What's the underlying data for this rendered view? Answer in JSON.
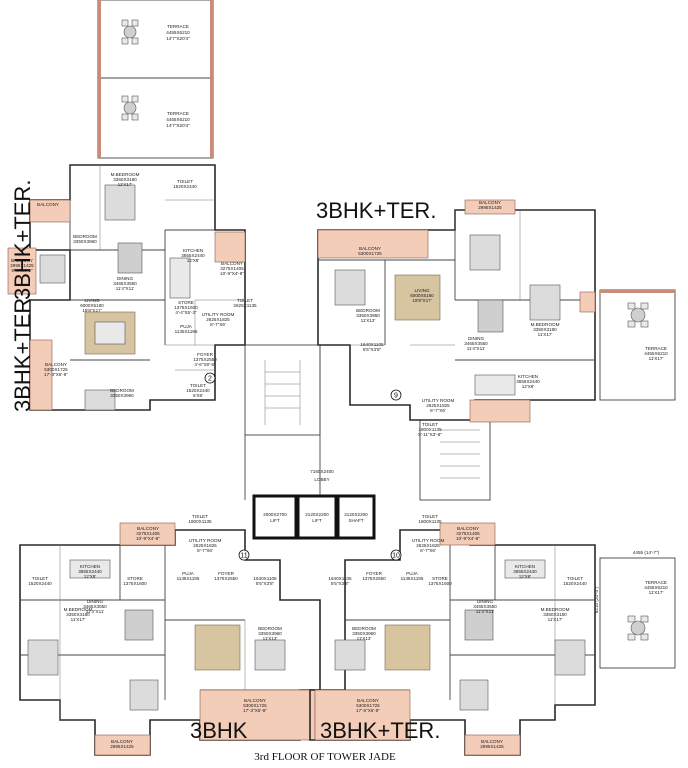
{
  "headings": {
    "top_right": "3BHK+TER.",
    "left_vertical_top": "3BHK+TER.",
    "left_vertical_bottom": "3BHK+TER.",
    "bottom_left": "3BHK",
    "bottom_right": "3BHK+TER.",
    "caption": "3rd FLOOR OF TOWER JADE"
  },
  "rooms": [
    {
      "name": "TERRACE",
      "dims": "4455X6210",
      "imperial": "14'7\"X20'4\""
    },
    {
      "name": "TERRACE",
      "dims": "4455X6210",
      "imperial": "14'7\"X20'4\""
    },
    {
      "name": "M.BEDROOM",
      "dims": "3350X3180",
      "imperial": "11'X17'"
    },
    {
      "name": "TOILET",
      "dims": "1520X2440",
      "imperial": ""
    },
    {
      "name": "BALCONY",
      "dims": "",
      "imperial": ""
    },
    {
      "name": "BEDROOM",
      "dims": "3350X3960",
      "imperial": "11'X13'"
    },
    {
      "name": "BALCONY",
      "dims": "2995X1425",
      "imperial": "9'-4\"X4'-8\""
    },
    {
      "name": "KITCHEN",
      "dims": "3655X2440",
      "imperial": "12'X8'"
    },
    {
      "name": "BALCONY",
      "dims": "3275X1405",
      "imperial": "10'-9\"X4'-8\""
    },
    {
      "name": "DINING",
      "dims": "3465X3550",
      "imperial": "11'4\"X11'"
    },
    {
      "name": "STORE",
      "dims": "1375X1600",
      "imperial": "4'-4\"X5'-3\""
    },
    {
      "name": "UTILITY ROOM",
      "dims": "2625X1825",
      "imperial": "8'-7\"X6'"
    },
    {
      "name": "TOILET",
      "dims": "2625X1135",
      "imperial": "8'-7\"X3'-8\""
    },
    {
      "name": "PUJA",
      "dims": "1135X1195",
      "imperial": "3'-9\"X5'"
    },
    {
      "name": "LIVING",
      "dims": "6000X5180",
      "imperial": "19'8\"X17'"
    },
    {
      "name": "BALCONY",
      "dims": "5300X1725",
      "imperial": "17'-3\"X5'-8\""
    },
    {
      "name": "FOYER",
      "dims": "1375X2550",
      "imperial": "4'-6\"X8'-5\""
    },
    {
      "name": "BEDROOM",
      "dims": "3350X3960",
      "imperial": "11'X13'"
    },
    {
      "name": "TOILET",
      "dims": "1520X2440",
      "imperial": "5'X8'"
    },
    {
      "name": "BALCONY",
      "dims": "2995X1425",
      "imperial": "9'-4\"X4'-8\""
    },
    {
      "name": "TOILET",
      "dims": "1640X1105",
      "imperial": "5'5\"X3'8\""
    },
    {
      "name": "BEDROOM",
      "dims": "3350X3960",
      "imperial": "11'X13'"
    },
    {
      "name": "LIVING",
      "dims": "6000X5180",
      "imperial": "19'8\"X17'"
    },
    {
      "name": "BALCONY",
      "dims": "5300X1725",
      "imperial": "17'-5\"X5'-8\""
    },
    {
      "name": "M.BEDROOM",
      "dims": "3350X3180",
      "imperial": "11'X17'"
    },
    {
      "name": "DINING",
      "dims": "3465X3550",
      "imperial": "11'4\"X11'"
    },
    {
      "name": "KITCHEN",
      "dims": "3655X2440",
      "imperial": "12'X8'"
    },
    {
      "name": "TERRACE",
      "dims": "4455X6210",
      "imperial": "11'X17'"
    },
    {
      "name": "UTILITY ROOM",
      "dims": "2625X1825",
      "imperial": "8'-7\"X6'"
    },
    {
      "name": "TOILET",
      "dims": "1800X1135",
      "imperial": "5'-11\"X3'-8\""
    },
    {
      "name": "LOBBY",
      "dims": "7160X2400",
      "imperial": ""
    },
    {
      "name": "LIFT",
      "dims": "2000X2700",
      "imperial": ""
    },
    {
      "name": "LIFT",
      "dims": "2120X2200",
      "imperial": ""
    },
    {
      "name": "SHAFT",
      "dims": "2120X2200",
      "imperial": ""
    },
    {
      "name": "TERRACE",
      "dims": "4455X6210",
      "imperial": "11'X17'"
    },
    {
      "name": "KITCHEN",
      "dims": "3655X2440",
      "imperial": "12'X8'"
    },
    {
      "name": "DINING",
      "dims": "3465X3550",
      "imperial": "11'4\"X11'"
    },
    {
      "name": "M.BEDROOM",
      "dims": "3350X3180",
      "imperial": "11'X17'"
    },
    {
      "name": "BEDROOM",
      "dims": "3350X3960",
      "imperial": "11'X13'"
    },
    {
      "name": "BALCONY",
      "dims": "5300X1725",
      "imperial": "17'-5\"X5'-8\""
    }
  ],
  "unit_numbers": [
    "2",
    "9",
    "11",
    "10"
  ],
  "dimension_notes": {
    "terrace_width": "4455 (14'-7\")",
    "terrace_depth": "6210 (20'-4\")"
  },
  "colors": {
    "balcony": "#f4cdb9",
    "rug": "#d7c4a1",
    "wall": "#2a2a2a",
    "core": "#111111"
  }
}
